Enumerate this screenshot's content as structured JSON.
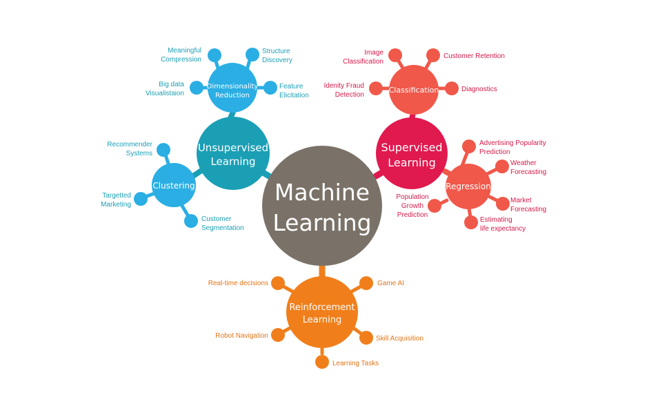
{
  "colors": {
    "core": "#7a7268",
    "unsupervised": "#1a9fb5",
    "unsupervised_light": "#2aaee4",
    "supervised": "#e0194f",
    "supervised_light": "#f0584a",
    "reinforcement": "#f07f1b"
  },
  "core": {
    "line1": "Machine",
    "line2": "Learning"
  },
  "unsupervised": {
    "line1": "Unsupervised",
    "line2": "Learning"
  },
  "dimensionality": {
    "line1": "Dimensionality",
    "line2": "Reduction",
    "leaves": [
      {
        "line1": "Meaningful",
        "line2": "Compression"
      },
      {
        "line1": "Structure",
        "line2": "Discovery"
      },
      {
        "line1": "Big data",
        "line2": "Visualistaion"
      },
      {
        "line1": "Feature",
        "line2": "Elicitation"
      }
    ]
  },
  "clustering": {
    "label": "Clustering",
    "leaves": [
      {
        "line1": "Recommender",
        "line2": "Systems"
      },
      {
        "line1": "Targetted",
        "line2": "Marketing"
      },
      {
        "line1": "Customer",
        "line2": "Segmentation"
      }
    ]
  },
  "supervised": {
    "line1": "Supervised",
    "line2": "Learning"
  },
  "classification": {
    "label": "Classification",
    "leaves": [
      {
        "line1": "Image",
        "line2": "Classification"
      },
      {
        "line1": "Customer Retention",
        "line2": ""
      },
      {
        "line1": "Idenity Fraud",
        "line2": "Detection"
      },
      {
        "line1": "Diagnostics",
        "line2": ""
      }
    ]
  },
  "regression": {
    "label": "Regression",
    "leaves": [
      {
        "line1": "Advertising Popularity",
        "line2": "Prediction"
      },
      {
        "line1": "Weather",
        "line2": "Forecasting"
      },
      {
        "line1": "Market",
        "line2": "Forecasting"
      },
      {
        "line1": "Estimating",
        "line2": "life expectancy"
      },
      {
        "line1": "Population",
        "line2": "Growth",
        "line3": "Prediction"
      }
    ]
  },
  "reinforcement": {
    "line1": "Reinforcement",
    "line2": "Learning",
    "leaves": [
      {
        "line1": "Real-time decisions"
      },
      {
        "line1": "Game AI"
      },
      {
        "line1": "Robot Navigation"
      },
      {
        "line1": "Skill Acquisition"
      },
      {
        "line1": "Learning Tasks"
      }
    ]
  }
}
